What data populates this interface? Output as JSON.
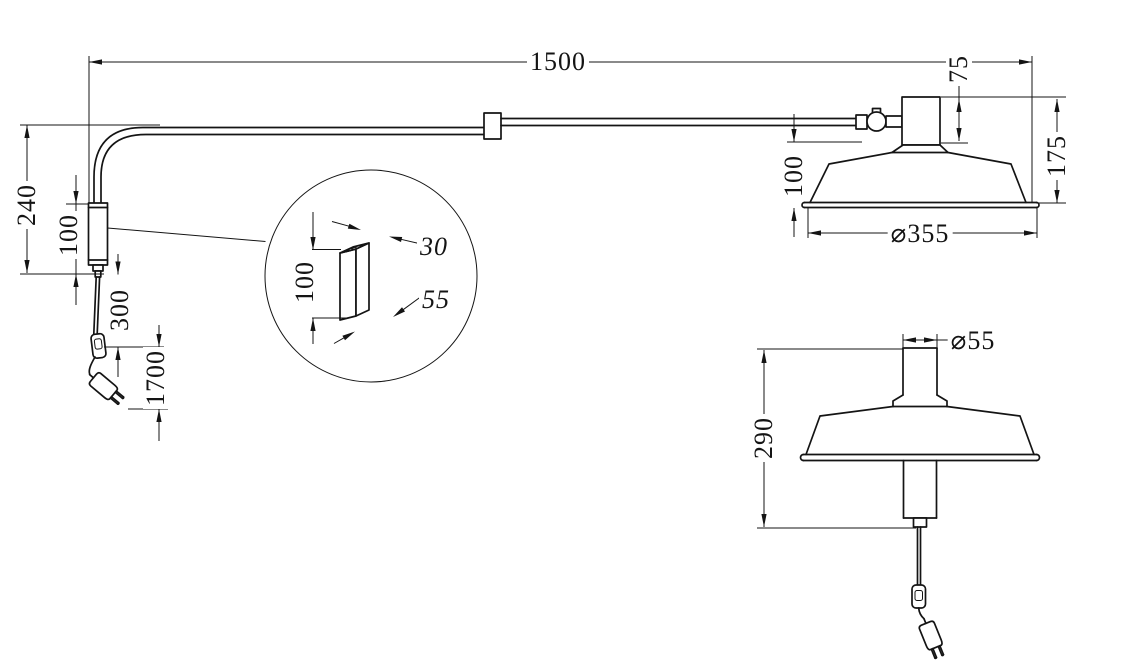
{
  "drawing": {
    "line_color": "#141414",
    "background": "#ffffff",
    "dimensions": {
      "arm_span": "1500",
      "wall_drop": "240",
      "bracket_height": "100",
      "cord_to_switch": "300",
      "cord_length": "1700",
      "socket_height": "75",
      "head_height": "175",
      "shade_height": "100",
      "shade_diameter": "⌀355",
      "tube_diameter": "⌀55",
      "lamp_body_height": "290",
      "detail_width": "30",
      "detail_height": "100",
      "detail_depth": "55"
    }
  }
}
